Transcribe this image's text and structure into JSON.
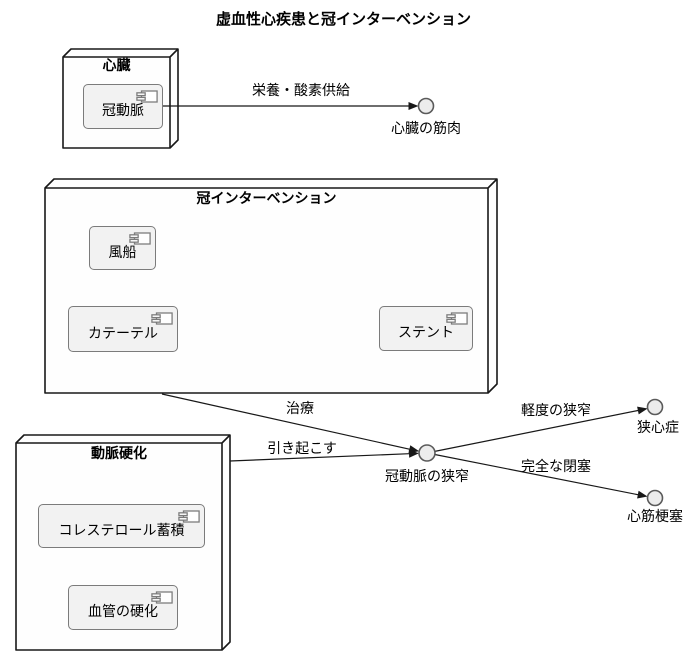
{
  "title": "虚血性心疾患と冠インターベンション",
  "colors": {
    "background": "#ffffff",
    "node_border": "#181818",
    "node_fill": "#fefefe",
    "component_fill": "#f2f2f2",
    "component_border": "#7b7b7b",
    "interface_fill": "#ececec",
    "interface_border": "#5a5a5a",
    "edge": "#181818",
    "text": "#000000"
  },
  "nodes": {
    "heart": {
      "title": "心臓",
      "components": {
        "coronary_artery": {
          "label": "冠動脈"
        }
      }
    },
    "intervention": {
      "title": "冠インターベンション",
      "components": {
        "balloon": {
          "label": "風船"
        },
        "catheter": {
          "label": "カテーテル"
        },
        "stent": {
          "label": "ステント"
        }
      }
    },
    "arteriosclerosis": {
      "title": "動脈硬化",
      "components": {
        "cholesterol": {
          "label": "コレステロール蓄積"
        },
        "hardening": {
          "label": "血管の硬化"
        }
      }
    }
  },
  "interfaces": {
    "heart_muscle": {
      "label": "心臓の筋肉"
    },
    "stenosis": {
      "label": "冠動脈の狭窄"
    },
    "angina": {
      "label": "狭心症"
    },
    "infarction": {
      "label": "心筋梗塞"
    }
  },
  "edges": {
    "supply": {
      "label": "栄養・酸素供給",
      "from": "冠動脈",
      "to": "心臓の筋肉"
    },
    "treatment": {
      "label": "治療",
      "from": "冠インターベンション",
      "to": "冠動脈の狭窄"
    },
    "causes": {
      "label": "引き起こす",
      "from": "動脈硬化",
      "to": "冠動脈の狭窄"
    },
    "mild_stenosis": {
      "label": "軽度の狭窄",
      "from": "冠動脈の狭窄",
      "to": "狭心症"
    },
    "complete_occlusion": {
      "label": "完全な閉塞",
      "from": "冠動脈の狭窄",
      "to": "心筋梗塞"
    }
  }
}
